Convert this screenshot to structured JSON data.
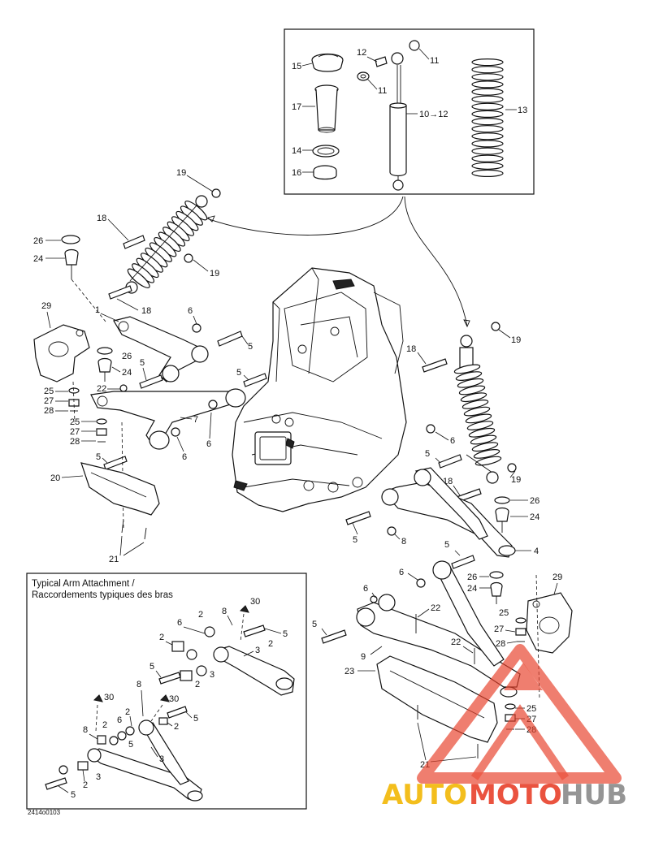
{
  "inset": {
    "title_line1": "Typical Arm Attachment /",
    "title_line2": "Raccordements typiques des bras"
  },
  "footer": {
    "code": "2414o0103"
  },
  "watermark": {
    "part1": "AUTO",
    "part2": "MOTO",
    "part3": "HUB",
    "colors": {
      "auto": "#f2b705",
      "moto": "#e8412b",
      "hub": "#8a8a8a",
      "triangle": "#e8412b"
    }
  },
  "callouts": {
    "c15": "15",
    "c17": "17",
    "c14": "14",
    "c16": "16",
    "c12": "12",
    "c11a": "11",
    "c11b": "11",
    "c10": "10→12",
    "c13": "13",
    "c19a": "19",
    "c18a": "18",
    "c26a": "26",
    "c24a": "24",
    "c19b": "19",
    "c18b": "18",
    "c29a": "29",
    "c1": "1",
    "c6a": "6",
    "c5a": "5",
    "c26b": "26",
    "c5b": "5",
    "c24b": "24",
    "c25a": "25",
    "c27a": "27",
    "c28a": "28",
    "c22a": "22",
    "c5c": "5",
    "c7": "7",
    "c25b": "25",
    "c27b": "27",
    "c28b": "28",
    "c6b": "6",
    "c6c": "6",
    "c5d": "5",
    "c20": "20",
    "c21a": "21",
    "c18c": "18",
    "c19c": "19",
    "c6d": "6",
    "c5e": "5",
    "c18d": "18",
    "c19d": "19",
    "c26c": "26",
    "c24c": "24",
    "c5f": "5",
    "c8a": "8",
    "c4": "4",
    "c5g": "5",
    "c29b": "29",
    "c6e": "6",
    "c6f": "6",
    "c26d": "26",
    "c24d": "24",
    "c22b": "22",
    "c25c": "25",
    "c5h": "5",
    "c27c": "27",
    "c28c": "28",
    "c9": "9",
    "c22c": "22",
    "c23": "23",
    "c25d": "25",
    "c27d": "27",
    "c28d": "28",
    "c21b": "21",
    "i30a": "30",
    "i8a": "8",
    "i6a": "6",
    "i2a": "2",
    "i5a": "5",
    "i2b": "2",
    "i3a": "3",
    "i2c": "2",
    "i5b": "5",
    "i2d": "2",
    "i3b": "3",
    "i8b": "8",
    "i30b": "30",
    "i30c": "30",
    "i2e": "2",
    "i6b": "6",
    "i2f": "2",
    "i5c": "5",
    "i8c": "8",
    "i2g": "2",
    "i3c": "3",
    "i5d": "5",
    "i2h": "2",
    "i3d": "3",
    "i5e": "5"
  }
}
